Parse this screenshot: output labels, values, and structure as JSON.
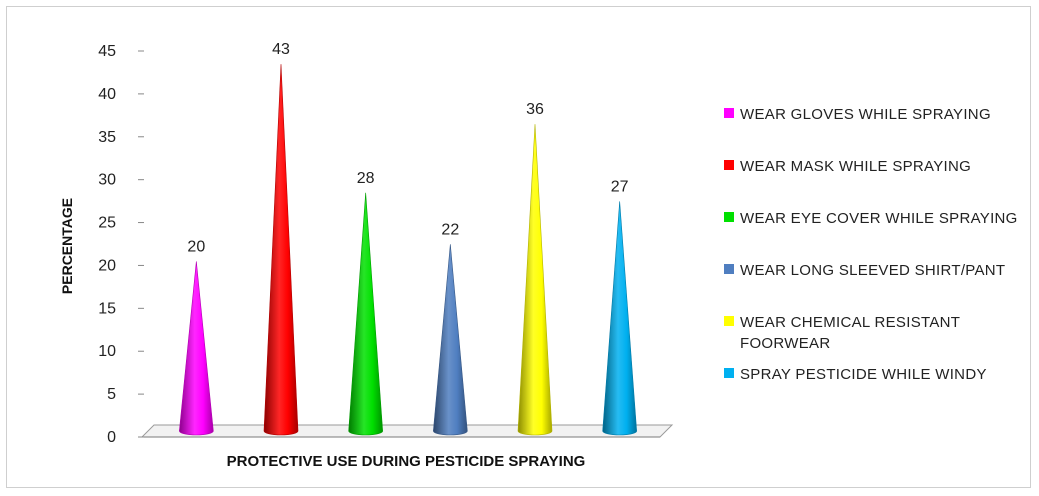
{
  "chart_data": {
    "type": "bar",
    "bar_shape": "cone",
    "categories": [
      "WEAR GLOVES WHILE SPRAYING",
      "WEAR MASK WHILE SPRAYING",
      "WEAR EYE COVER WHILE SPRAYING",
      "WEAR LONG SLEEVED SHIRT/PANT",
      "WEAR CHEMICAL RESISTANT FOORWEAR",
      "SPRAY PESTICIDE WHILE WINDY"
    ],
    "values": [
      20,
      43,
      28,
      22,
      36,
      27
    ],
    "colors": [
      "#ff00ff",
      "#ff0000",
      "#00e000",
      "#4f7ec0",
      "#ffff00",
      "#00b0f0"
    ],
    "xlabel": "PROTECTIVE USE DURING PESTICIDE SPRAYING",
    "ylabel": "PERCENTAGE",
    "ylim": [
      0,
      45
    ],
    "yticks": [
      0,
      5,
      10,
      15,
      20,
      25,
      30,
      35,
      40,
      45
    ],
    "data_labels": true,
    "grid": false,
    "legend_position": "right"
  }
}
